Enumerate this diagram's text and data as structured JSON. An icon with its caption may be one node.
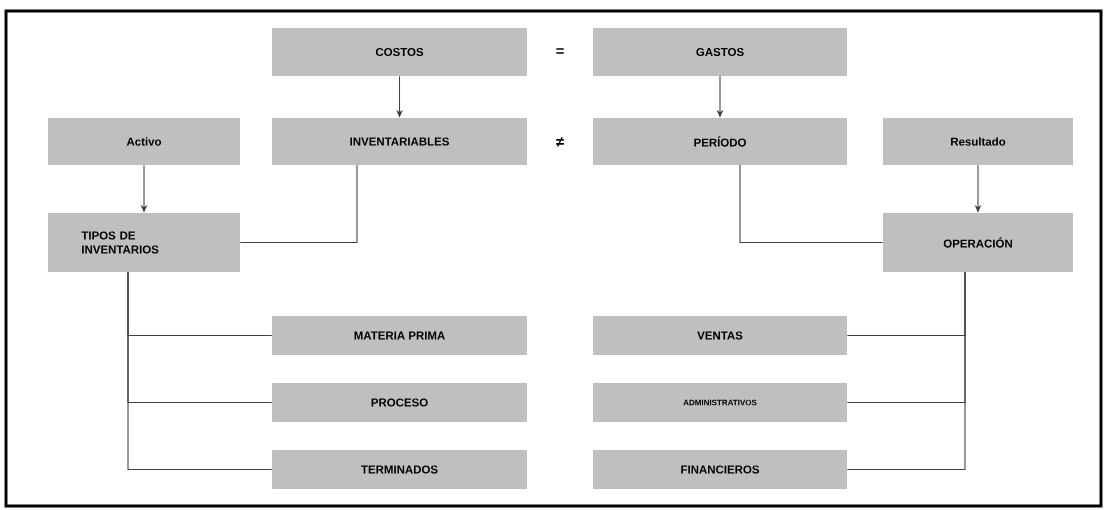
{
  "diagram": {
    "nodes": [
      {
        "text": [
          "COSTOS"
        ]
      },
      {
        "text": [
          "GASTOS"
        ]
      },
      {
        "text": [
          "Activo"
        ]
      },
      {
        "text": [
          "INVENTARIABLES"
        ]
      },
      {
        "text": [
          "PERÍODO"
        ]
      },
      {
        "text": [
          "Resultado"
        ]
      },
      {
        "text": [
          "TIPOS DE INVENTARIOS"
        ]
      },
      {
        "text": [
          "OPERACIÓN"
        ]
      },
      {
        "text": [
          "MATERIA PRIMA"
        ]
      },
      {
        "text": [
          "VENTAS"
        ]
      },
      {
        "text": [
          "PROCESO"
        ]
      },
      {
        "text": [
          "ADMINISTRATIVOS"
        ]
      },
      {
        "text": [
          "TERMINADOS"
        ]
      },
      {
        "text": [
          "FINANCIEROS"
        ]
      }
    ],
    "edges": [
      {
        "from": 0,
        "to": 3,
        "arrow": "to"
      },
      {
        "from": 1,
        "to": 4,
        "arrow": "to"
      },
      {
        "from": 2,
        "to": 6,
        "arrow": "to"
      },
      {
        "from": 5,
        "to": 7,
        "arrow": "to"
      },
      {
        "from": 3,
        "to": 6,
        "arrow": "none"
      },
      {
        "from": 4,
        "to": 7,
        "arrow": "none"
      },
      {
        "from": 6,
        "to": 8,
        "arrow": "none"
      },
      {
        "from": 6,
        "to": 10,
        "arrow": "none"
      },
      {
        "from": 6,
        "to": 12,
        "arrow": "none"
      },
      {
        "from": 7,
        "to": 9,
        "arrow": "none"
      },
      {
        "from": 7,
        "to": 11,
        "arrow": "none"
      },
      {
        "from": 7,
        "to": 13,
        "arrow": "none"
      }
    ],
    "labels": [
      "=",
      "≠"
    ]
  }
}
